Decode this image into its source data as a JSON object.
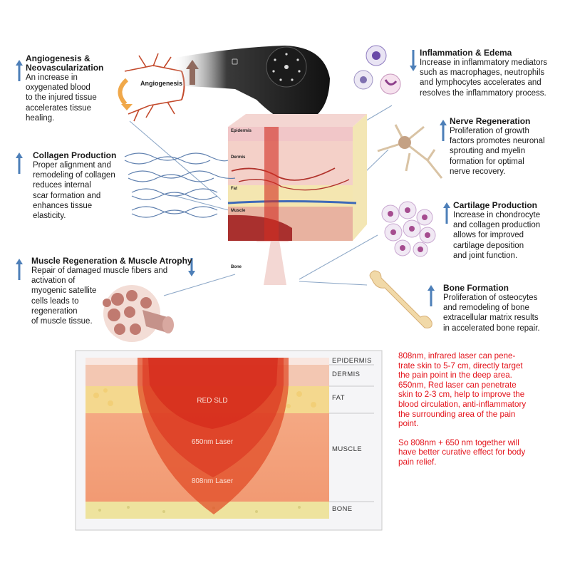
{
  "device": {
    "angio_label": "Angiogenesis"
  },
  "skin_layers_small": {
    "epidermis": "Epidermis",
    "dermis": "Dermis",
    "fat": "Fat",
    "muscle": "Muscle",
    "bone": "Bone"
  },
  "effects": [
    {
      "id": "angiogenesis",
      "direction": "up",
      "title_line1": "Angiogenesis &",
      "title_line2": "Neovascularization",
      "lines": [
        "An increase in",
        "oxygenated blood",
        "to the injured tissue",
        "accelerates tissue",
        "healing."
      ]
    },
    {
      "id": "collagen",
      "direction": "up",
      "title": "Collagen Production",
      "lines": [
        "Proper alignment and",
        "remodeling of collagen",
        "reduces internal",
        "scar formation and",
        "enhances tissue",
        "elasticity."
      ]
    },
    {
      "id": "muscle",
      "direction": "down",
      "title": "Muscle Regeneration & Muscle Atrophy",
      "lines": [
        "Repair of damaged muscle fibers and",
        "activation of",
        "myogenic satellite",
        "cells leads to",
        "regeneration",
        "of muscle tissue."
      ]
    },
    {
      "id": "inflammation",
      "direction": "down",
      "title": "Inflammation & Edema",
      "lines": [
        "Increase in inflammatory mediators",
        "such as macrophages, neutrophils",
        "and lymphocytes accelerates and",
        "resolves the inflammatory process."
      ]
    },
    {
      "id": "nerve",
      "direction": "up",
      "title": "Nerve Regeneration",
      "lines": [
        "Proliferation of growth",
        "factors promotes neuronal",
        "sprouting and myelin",
        "formation for optimal",
        "nerve recovery."
      ]
    },
    {
      "id": "cartilage",
      "direction": "up",
      "title": "Cartilage Production",
      "lines": [
        "Increase in chondrocyte",
        "and collagen production",
        "allows for improved",
        "cartilage deposition",
        "and joint function."
      ]
    },
    {
      "id": "bone",
      "direction": "up",
      "title": "Bone Formation",
      "lines": [
        "Proliferation of osteocytes",
        "and remodeling of bone",
        "extracellular matrix results",
        "in accelerated bone repair."
      ]
    }
  ],
  "penetration": {
    "layers": [
      "EPIDERMIS",
      "DERMIS",
      "FAT",
      "MUSCLE",
      "BONE"
    ],
    "beams": [
      "RED SLD",
      "650nm Laser",
      "808nm Laser"
    ]
  },
  "notes": {
    "p1": [
      "808nm, infrared laser can pene-",
      "trate skin to 5-7 cm, directly target",
      "the pain point in the deep area.",
      "650nm, Red laser can penetrate",
      "skin to 2-3 cm, help to improve the",
      "blood circulation, anti-inflammatory",
      "the surrounding area of the pain",
      "point."
    ],
    "p2": [
      "So 808nm + 650 nm together will",
      "have better curative effect for body",
      "pain relief."
    ]
  },
  "colors": {
    "up_arrow": "#4d7fb8",
    "down_arrow": "#4d7fb8",
    "note_text": "#e3131b",
    "beam_red": "#d92b1a"
  }
}
